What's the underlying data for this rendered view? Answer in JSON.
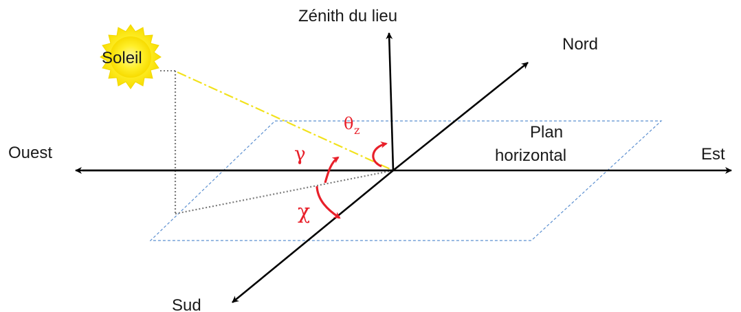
{
  "diagram": {
    "labels": {
      "zenith": "Zénith du lieu",
      "nord": "Nord",
      "sud": "Sud",
      "ouest": "Ouest",
      "est": "Est",
      "plan_line1": "Plan",
      "plan_line2": "horizontal",
      "soleil": "Soleil"
    },
    "angles": {
      "theta": "θ",
      "theta_sub": "z",
      "gamma": "γ",
      "chi": "χ"
    },
    "colors": {
      "axes": "#000000",
      "plane": "#5b8fd0",
      "angle": "#e8202a",
      "sun_fill": "#ffe81a",
      "sun_ray": "#f2e21c",
      "sun_projection": "#7a7a7a"
    }
  }
}
